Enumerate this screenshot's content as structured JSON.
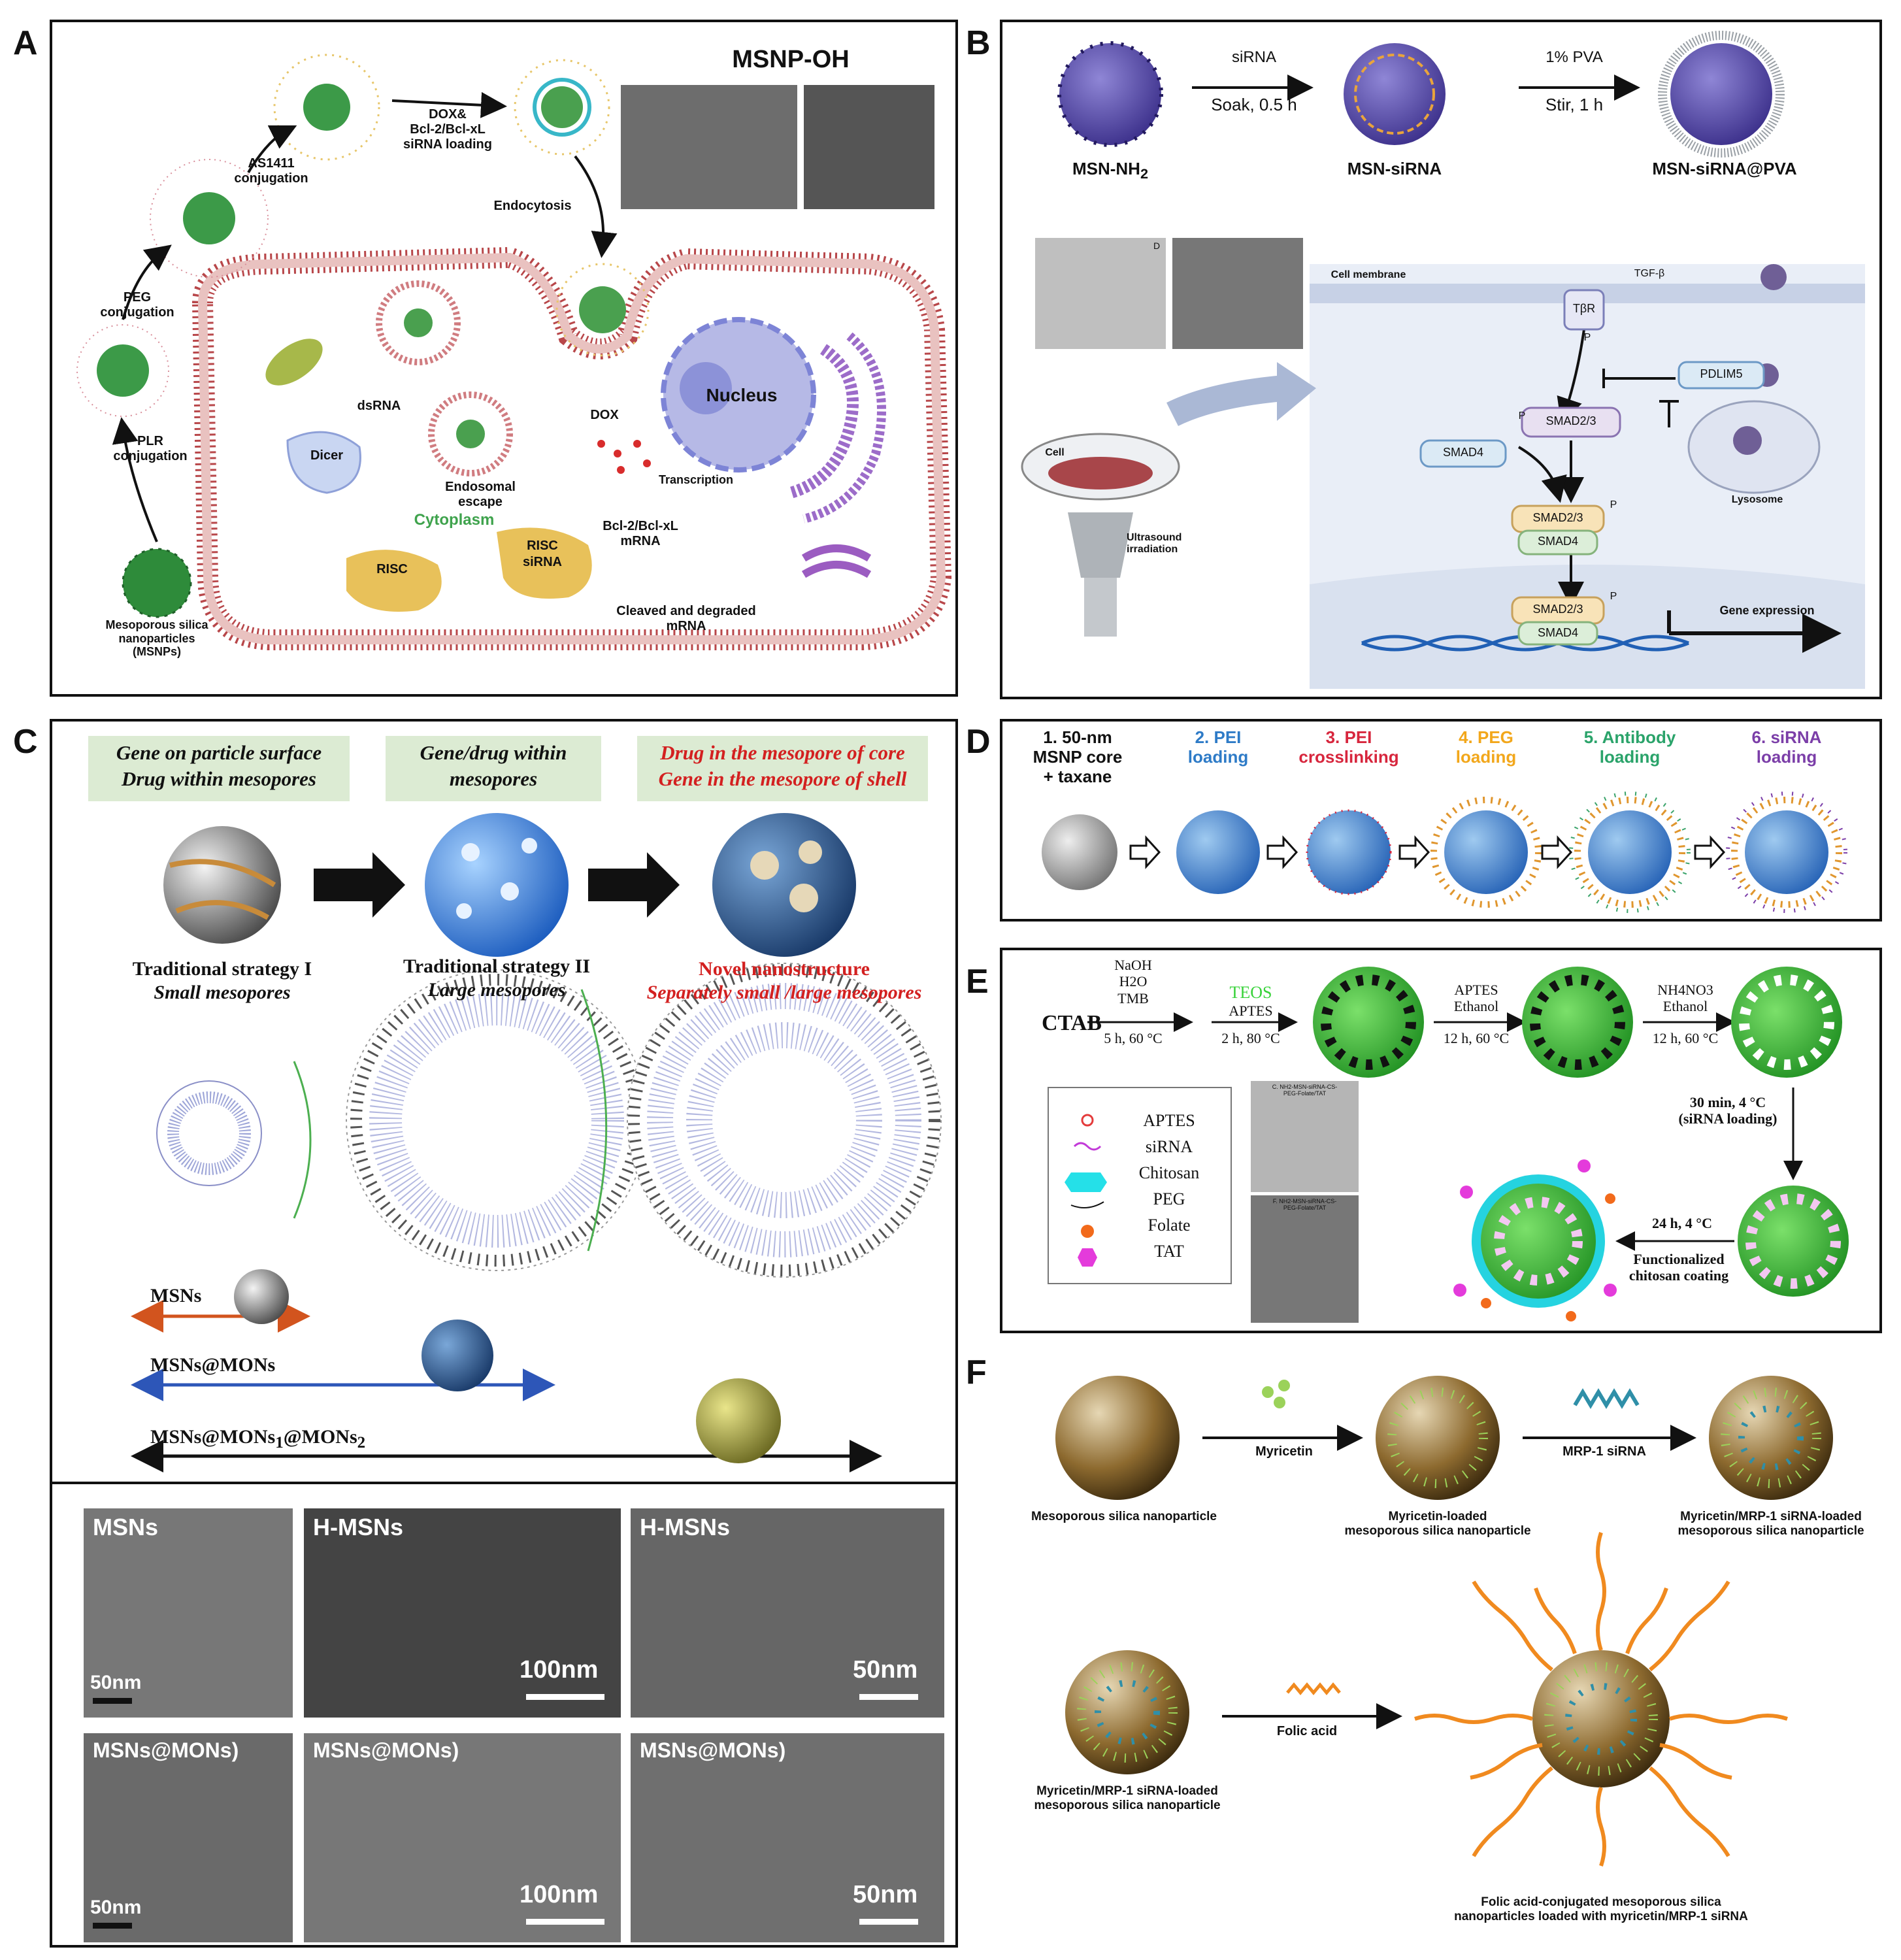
{
  "panels": {
    "A": {
      "label": "A",
      "title": "MSNP-OH",
      "steps": {
        "plr": "PLR\nconjugation",
        "peg": "PEG\nconjugation",
        "as1411": "AS1411\nconjugation",
        "dox": "DOX&\nBcl-2/Bcl-xL\nsiRNA loading",
        "endocytosis": "Endocytosis",
        "msnps": "Mesoporous silica\nnanoparticles\n(MSNPs)"
      },
      "cell": {
        "dsrna": "dsRNA",
        "dicer": "Dicer",
        "risc": "RISC",
        "risc_sirna_1": "RISC",
        "risc_sirna_2": "siRNA",
        "endosomal_escape": "Endosomal escape",
        "cytoplasm": "Cytoplasm",
        "dox": "DOX",
        "nucleus": "Nucleus",
        "transcription": "Transcription",
        "mrna": "Bcl-2/Bcl-xL\nmRNA",
        "cleaved": "Cleaved and degraded mRNA"
      }
    },
    "B": {
      "label": "B",
      "top": {
        "msn_nh2": "MSN-NH",
        "msn_nh2_sub": "2",
        "msn_sirna": "MSN-siRNA",
        "msn_sirna_pva": "MSN-siRNA@PVA",
        "step1_top": "siRNA",
        "step1_bottom": "Soak, 0.5 h",
        "step2_top": "1% PVA",
        "step2_bottom": "Stir, 1 h"
      },
      "bottom": {
        "cell": "Cell",
        "ultrasound": "Ultrasound\nirradiation",
        "cell_membrane": "Cell membrane",
        "tgf": "TGF-β",
        "tbr": "TβR",
        "p": "P",
        "pdlim5": "PDLIM5",
        "smad23": "SMAD2/3",
        "smad4": "SMAD4",
        "lysosome": "Lysosome",
        "gene_expression": "Gene expression",
        "tem_tag": "D"
      }
    },
    "C": {
      "label": "C",
      "boxes": [
        {
          "text": "Gene on particle surface\nDrug within mesopores",
          "color": "#111111"
        },
        {
          "text": "Gene/drug within\nmesopores",
          "color": "#111111"
        },
        {
          "text": "Drug in the mesopore of core\nGene in the mesopore of shell",
          "color": "#d32020"
        }
      ],
      "strategies": [
        {
          "title": "Traditional strategy I",
          "sub": "Small mesopores",
          "color": "#111111"
        },
        {
          "title": "Traditional strategy II",
          "sub": "Large mesopores",
          "color": "#111111"
        },
        {
          "title": "Novel nanostructure",
          "sub": "Separately small /large mesopores",
          "color": "#d32020"
        }
      ],
      "scales": {
        "msns": "MSNs",
        "msns_mons": "MSNs@MONs",
        "msns_mons_mons": "MSNs@MONs",
        "sub1": "1",
        "at": "@MONs",
        "sub2": "2"
      },
      "micrographs": [
        {
          "label": "MSNs",
          "scale": "50nm"
        },
        {
          "label": "H-MSNs",
          "scale": "100nm"
        },
        {
          "label": "H-MSNs",
          "scale": "50nm"
        },
        {
          "label": "MSNs@MONs)",
          "scale": "50nm"
        },
        {
          "label": "MSNs@MONs)",
          "scale": "100nm"
        },
        {
          "label": "MSNs@MONs)",
          "scale": "50nm"
        }
      ]
    },
    "D": {
      "label": "D",
      "steps": [
        {
          "text": "1. 50-nm\nMSNP core\n+ taxane",
          "color": "#111111"
        },
        {
          "text": "2. PEI\nloading",
          "color": "#2e7bc7"
        },
        {
          "text": "3. PEI\ncrosslinking",
          "color": "#d7263d"
        },
        {
          "text": "4. PEG\nloading",
          "color": "#f2a71b"
        },
        {
          "text": "5. Antibody\nloading",
          "color": "#2aa36a"
        },
        {
          "text": "6. siRNA\nloading",
          "color": "#7b3ea8"
        }
      ]
    },
    "E": {
      "label": "E",
      "ctab": "CTAB",
      "step1_top": "NaOH\nH2O\nTMB",
      "step1_bottom": "5 h, 60 °C",
      "teos": "TEOS",
      "aptes": "APTES",
      "step2_bottom": "2 h, 80 °C",
      "step3_top": "APTES\nEthanol",
      "step3_bottom": "12 h, 60 °C",
      "step4_top": "NH4NO3\nEthanol",
      "step4_bottom": "12 h, 60 °C",
      "step5": "30 min, 4 °C\n(siRNA  loading)",
      "step6_top": "24 h, 4 °C",
      "step6_bottom": "Functionalized\nchitosan coating",
      "legend": [
        "APTES",
        "siRNA",
        "Chitosan",
        "PEG",
        "Folate",
        "TAT"
      ],
      "tem_caption_1": "C. NH2-MSN-siRNA-CS-\nPEG-Folate/TAT",
      "tem_caption_2": "F. NH2-MSN-siRNA-CS-\nPEG-Folate/TAT"
    },
    "F": {
      "label": "F",
      "myricetin": "Myricetin",
      "mrp1": "MRP-1 siRNA",
      "folic": "Folic acid",
      "msn": "Mesoporous silica nanoparticle",
      "myr_loaded": "Myricetin-loaded\nmesoporous silica nanoparticle",
      "myr_sirna": "Myricetin/MRP-1 siRNA-loaded\nmesoporous silica nanoparticle",
      "myr_sirna_2": "Myricetin/MRP-1 siRNA-loaded\nmesoporous silica nanoparticle",
      "final": "Folic acid-conjugated mesoporous silica\nnanoparticles loaded with myricetin/MRP-1 siRNA"
    }
  }
}
